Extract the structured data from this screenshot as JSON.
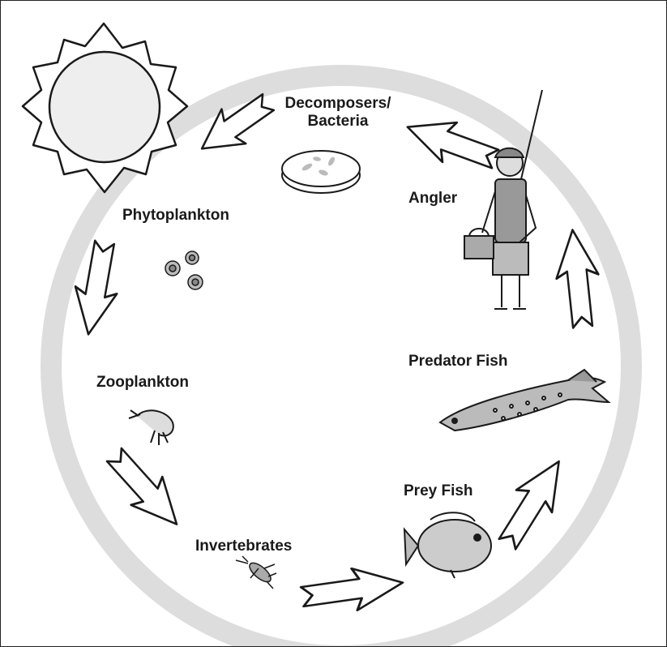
{
  "labels": {
    "decomposers_line1": "Decomposers/",
    "decomposers_line2": "Bacteria",
    "phytoplankton": "Phytoplankton",
    "zooplankton": "Zooplankton",
    "invertebrates": "Invertebrates",
    "prey_fish": "Prey Fish",
    "predator_fish": "Predator Fish",
    "angler": "Angler"
  },
  "icons": {
    "sun": "sun-icon",
    "petri_dish": "petri-dish-icon",
    "phytoplankton": "phytoplankton-icon",
    "zooplankton": "shrimp-icon",
    "invertebrate": "insect-larva-icon",
    "prey_fish": "sunfish-icon",
    "predator_fish": "pike-icon",
    "angler": "angler-person-icon"
  },
  "colors": {
    "ring": "#dddddd",
    "outline": "#1a1a1a",
    "sun_fill": "#eeeeee"
  }
}
